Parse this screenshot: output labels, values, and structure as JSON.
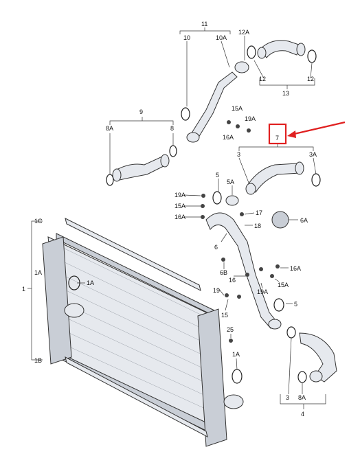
{
  "labels": {
    "l11": "11",
    "l10": "10",
    "l10A": "10A",
    "l12A": "12A",
    "l12a": "12",
    "l12b": "12",
    "l13": "13",
    "l9": "9",
    "l8A": "8A",
    "l8": "8",
    "l15A": "15A",
    "l19A": "19A",
    "l16A": "16A",
    "l7": "7",
    "l3": "3",
    "l3A": "3A",
    "l5": "5",
    "l5A": "5A",
    "l19A_b": "19A",
    "l15A_b": "15A",
    "l16A_b": "16A",
    "l17": "17",
    "l18": "18",
    "l6A": "6A",
    "l1C": "1C",
    "l1A": "1A",
    "l1": "1",
    "l1A_b": "1A",
    "l1B": "1B",
    "l6": "6",
    "l6B": "6B",
    "l16": "16",
    "l16A_c": "16A",
    "l15A_c": "15A",
    "l19A_c": "19A",
    "l19": "19",
    "l15": "15",
    "l5_b": "5",
    "l25": "25",
    "l1A_c": "1A",
    "l3_b": "3",
    "l8A_b": "8A",
    "l4": "4"
  },
  "highlight": {
    "color": "#e02020"
  }
}
